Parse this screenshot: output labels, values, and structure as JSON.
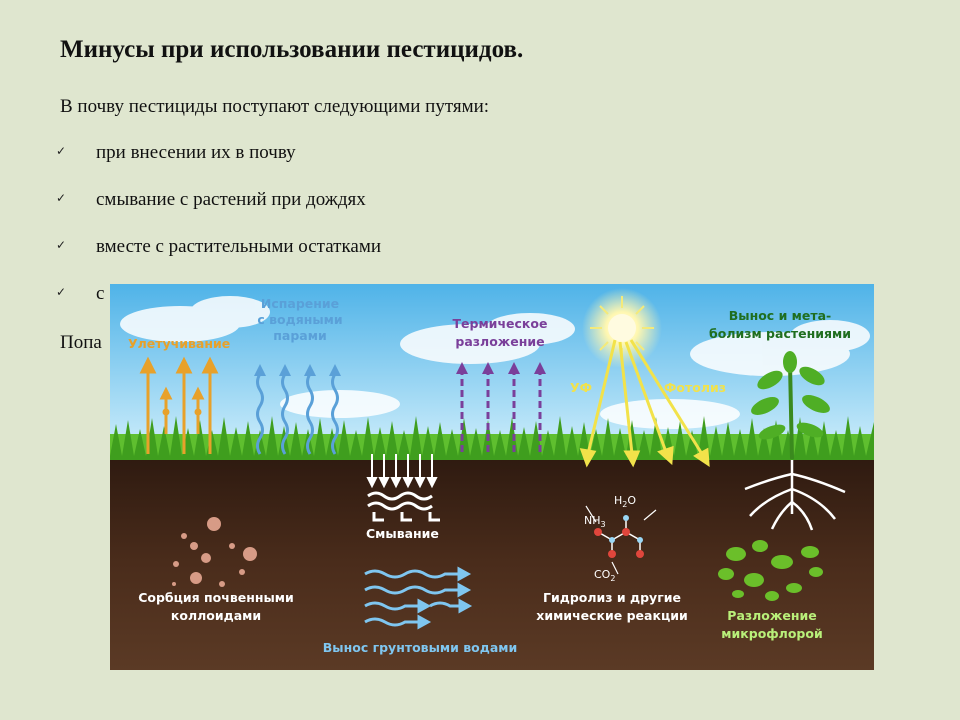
{
  "title": "Минусы при использовании пестицидов.",
  "intro": "В почву пестициды поступают следующими путями:",
  "bullets": [
    "при внесении их в почву",
    "смывание с растений при дождях",
    "вместе с растительными остатками",
    "с"
  ],
  "trailing_text": "Попа",
  "bullet_icon": "checkmark-icon",
  "figure": {
    "labels": {
      "volatilization": "Улетучивание",
      "evaporation_1": "Испарение",
      "evaporation_2": "с водяными",
      "evaporation_3": "парами",
      "thermal_1": "Термическое",
      "thermal_2": "разложение",
      "uv": "УФ",
      "photolysis": "Фотолиз",
      "removal_1": "Вынос и мета-",
      "removal_2": "болизм растениями",
      "washout": "Смывание",
      "sorption_1": "Сорбция почвенными",
      "sorption_2": "коллоидами",
      "groundwater": "Вынос грунтовыми водами",
      "hydrolysis_1": "Гидролиз и другие",
      "hydrolysis_2": "химические реакции",
      "microflora_1": "Разложение",
      "microflora_2": "микрофлорой",
      "nh3": "NH",
      "nh3_sub": "3",
      "h2o_h": "H",
      "h2o_sub": "2",
      "h2o_o": "O",
      "co2": "CO",
      "co2_sub": "2"
    },
    "colors": {
      "orange": "#e8a12a",
      "blue": "#5aa0d8",
      "purple": "#7a3f9a",
      "yellow": "#f2e24a",
      "green_label": "#1f6e1f",
      "white": "#ffffff",
      "light_blue": "#7fc6f0",
      "green_light": "#b9f07a"
    }
  }
}
